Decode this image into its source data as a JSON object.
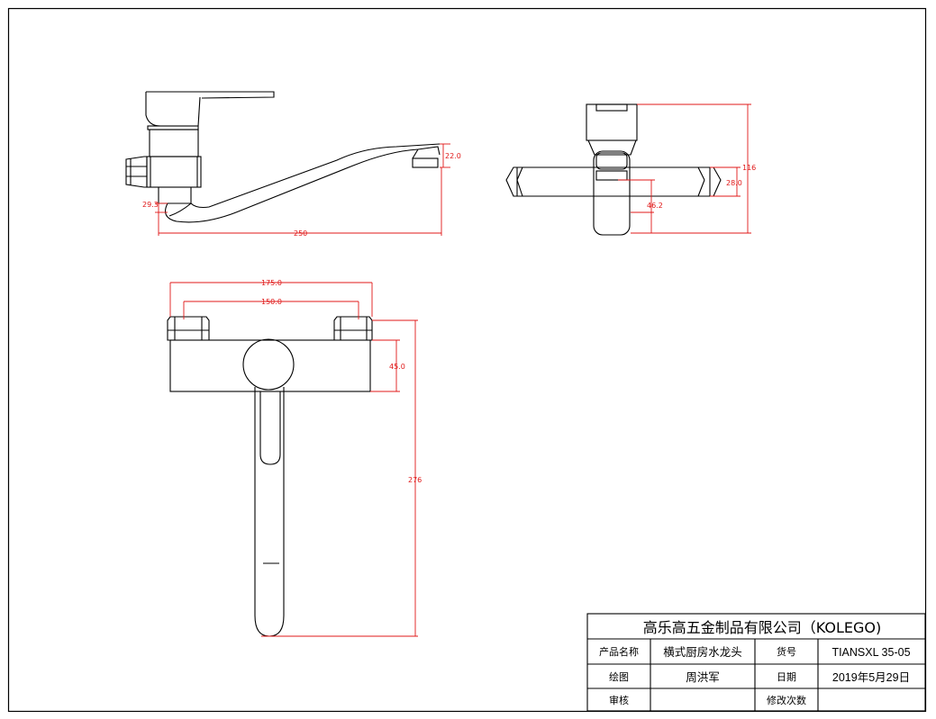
{
  "dimensions": {
    "side_view": {
      "spout_height": "22.0",
      "body_offset": "29.3",
      "length": "250"
    },
    "end_view": {
      "total_height": "116",
      "handle_height": "28.0",
      "handle_depth": "46.2"
    },
    "top_view": {
      "outer_width": "175.0",
      "inner_width": "150.0",
      "body_height": "45.0",
      "total_length": "276"
    }
  },
  "title_block": {
    "company": "高乐高五金制品有限公司（KOLEGO)",
    "product_name_label": "产品名称",
    "product_name": "横式厨房水龙头",
    "item_no_label": "货号",
    "item_no": "TIANSXL 35-05",
    "drawn_by_label": "绘图",
    "drawn_by": "周洪军",
    "date_label": "日期",
    "date": "2019年5月29日",
    "reviewed_label": "审核",
    "reviewer": "",
    "revisions_label": "修改次数",
    "revisions": ""
  }
}
